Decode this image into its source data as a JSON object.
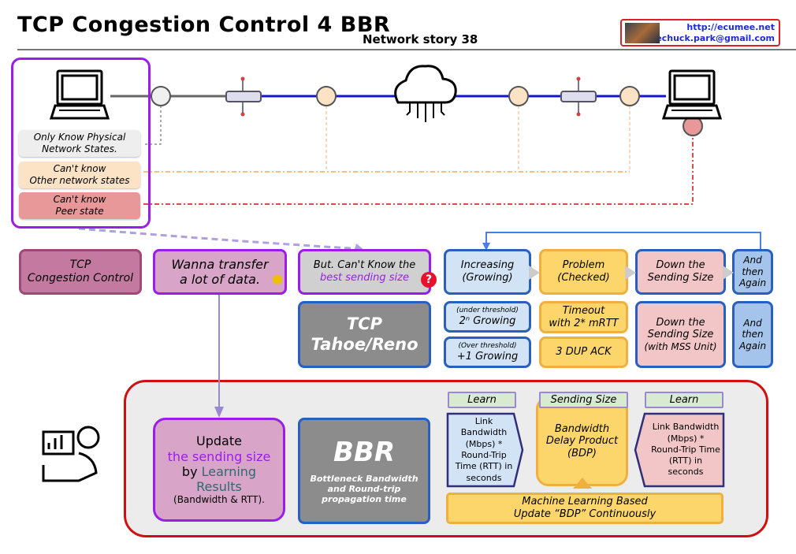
{
  "header": {
    "title": "TCP Congestion Control 4 BBR",
    "subtitle": "Network story 38",
    "contact_url": "http://ecumee.net",
    "contact_email": "lechuck.park@gmail.com"
  },
  "network": {
    "known_label_1": "Only Know Physical",
    "known_label_2": "Network States.",
    "other_label_1": "Can't know",
    "other_label_2": "Other network states",
    "peer_label_1": "Can't know",
    "peer_label_2": "Peer state"
  },
  "row1": {
    "tcp_cc_1": "TCP",
    "tcp_cc_2": "Congestion Control",
    "wanna_1": "Wanna transfer",
    "wanna_2": "a lot of data.",
    "but_1": "But. Can't Know the",
    "but_2": "best sending size",
    "increasing_1": "Increasing",
    "increasing_2": "(Growing)",
    "problem_1": "Problem",
    "problem_2": "(Checked)",
    "down_1": "Down the",
    "down_2": "Sending Size",
    "again_1": "And",
    "again_2": "then",
    "again_3": "Again"
  },
  "row2": {
    "tahoe_1": "TCP",
    "tahoe_2": "Tahoe/Reno",
    "under_1": "(under threshold)",
    "under_2": "2ⁿ Growing",
    "over_1": "(Over threshold)",
    "over_2": "+1 Growing",
    "timeout_1": "Timeout",
    "timeout_2": "with 2* mRTT",
    "dup": "3 DUP ACK",
    "down_1": "Down the",
    "down_2": "Sending Size",
    "down_3": "(with MSS Unit)",
    "again_1": "And",
    "again_2": "then",
    "again_3": "Again"
  },
  "bbr": {
    "update_1": "Update",
    "update_2": "the sending size",
    "update_3": "by",
    "update_4": "Learning",
    "update_5": "Results",
    "update_6": "(Bandwidth & RTT).",
    "bbr_title": "BBR",
    "bbr_desc_1": "Bottleneck Bandwidth",
    "bbr_desc_2": "and Round-trip",
    "bbr_desc_3": "propagation time",
    "learn_left": "Learn",
    "sending_size": "Sending Size",
    "learn_right": "Learn",
    "link_left": "Link Bandwidth (Mbps) * Round-Trip Time (RTT) in seconds",
    "bdp_1": "Bandwidth",
    "bdp_2": "Delay Product",
    "bdp_3": "(BDP)",
    "link_right": "Link Bandwidth (Mbps) * Round-Trip Time (RTT) in seconds",
    "ml_1": "Machine Learning Based",
    "ml_2": "Update “BDP” Continuously"
  },
  "colors": {
    "purple": "#9b1ee8",
    "blue": "#2a5fc0",
    "red": "#d01010",
    "peach": "#fce3c6",
    "pink": "#e89898",
    "yellow": "#fcd66a"
  }
}
